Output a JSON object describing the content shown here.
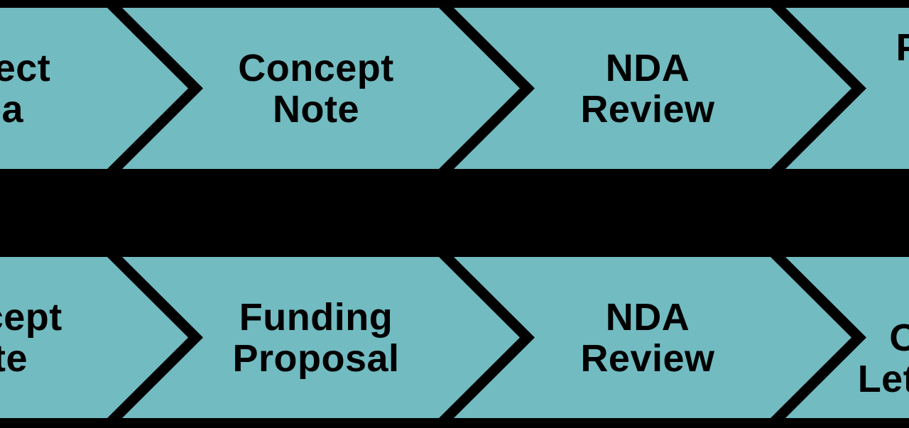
{
  "colors": {
    "background": "#000000",
    "chevron_fill": "#71BBC1",
    "chevron_outline": "#000000",
    "label_text": "#000000"
  },
  "diagram": {
    "type": "process-flow-chevrons",
    "rows": [
      {
        "name": "top-process-row",
        "steps": [
          {
            "label": "Project\nIdea"
          },
          {
            "label": "Concept\nNote"
          },
          {
            "label": "NDA\nReview"
          },
          {
            "label": "Proposal\nto GCF\nBoard"
          }
        ]
      },
      {
        "name": "bottom-process-row",
        "steps": [
          {
            "label": "Concept\nNote"
          },
          {
            "label": "Funding\nProposal"
          },
          {
            "label": "NDA\nReview"
          },
          {
            "label": "No-\nObjection\nLetter issued"
          }
        ]
      }
    ]
  }
}
